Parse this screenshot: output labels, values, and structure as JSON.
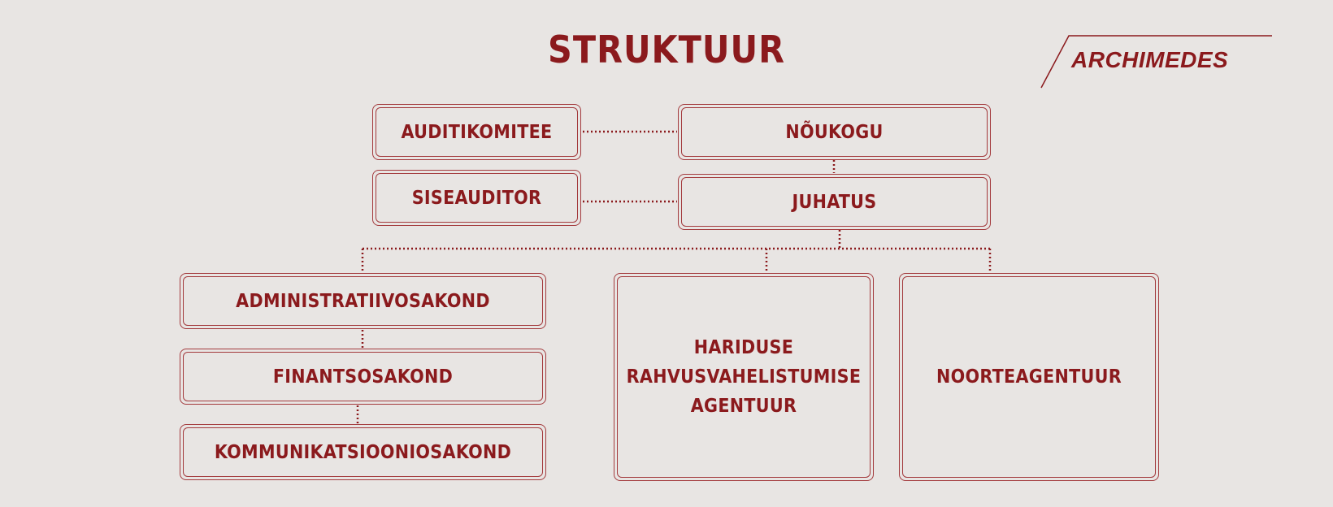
{
  "title": "STRUKTUUR",
  "logo": {
    "text": "ARCHIMEDES"
  },
  "colors": {
    "accent": "#8b1a1d",
    "background": "#e8e5e3",
    "border": "#a33a3d"
  },
  "nodes": {
    "auditikomitee": "AUDITIKOMITEE",
    "noukogu": "NÕUKOGU",
    "siseauditor": "SISEAUDITOR",
    "juhatus": "JUHATUS",
    "administratiivosakond": "ADMINISTRATIIVOSAKOND",
    "finantsosakond": "FINANTSOSAKOND",
    "kommunikatsioon": "KOMMUNIKATSIOONIOSAKOND",
    "haridus": "HARIDUSE\nRAHVUSVAHELISTUMISE\nAGENTUUR",
    "noorteagentuur": "NOORTEAGENTUUR"
  }
}
